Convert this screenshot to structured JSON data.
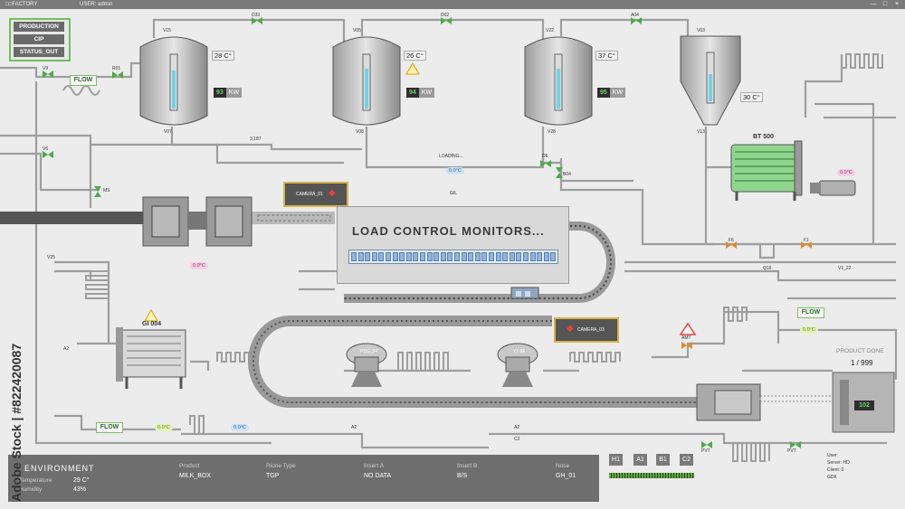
{
  "titlebar": {
    "app": "□□FACTORY",
    "user": "USER: admin",
    "controls": [
      "—",
      "□",
      "×"
    ]
  },
  "modes": [
    "PRODUCTION",
    "CIP",
    "STATUS_OUT"
  ],
  "tanks": [
    {
      "id": "V15",
      "temp": "28 C°",
      "kw": "93",
      "unit": "KW",
      "bottom": "V07"
    },
    {
      "id": "V05",
      "temp": "26 C°",
      "kw": "94",
      "unit": "KW",
      "bottom": "V08"
    },
    {
      "id": "V22",
      "temp": "37 C°",
      "kw": "95",
      "unit": "KW",
      "bottom": "V28"
    },
    {
      "id": "V03",
      "temp": "30 C°",
      "bottom": "V13"
    }
  ],
  "valves": {
    "v9": "V9",
    "r01": "R01",
    "d33": "D33",
    "d02": "D02",
    "a04": "A04",
    "v6": "V6",
    "ms": "MS",
    "b04": "B04",
    "d6": "D6",
    "v25": "V25",
    "a2": "A2",
    "a2b": "A2",
    "c2": "C2",
    "r6": "F6",
    "f1": "F1",
    "amt": "AMT",
    "q16": "Q16",
    "pvt": "PVT"
  },
  "flow_labels": [
    "FLOW",
    "FLOW",
    "FLOW"
  ],
  "readings": {
    "r1": "3,187",
    "loading": "LOADING...",
    "rdl": "0.0°C",
    "rdl2": "0.0°C",
    "rdl3": "0.0°C",
    "rdl4": "0.0°C",
    "rdl5": "0.0°C",
    "rdl6": "0.0°C",
    "g1": "GIL",
    "v1225": "V1_22"
  },
  "bt": {
    "label": "BT 500"
  },
  "gi": {
    "label": "GI 004"
  },
  "cameras": [
    "CAMERA_01",
    "CAMERA_03"
  ],
  "load": {
    "title": "LOAD CONTROL MONITORS...",
    "progress": 1.0
  },
  "mixers": [
    "PDG_04",
    "YT 86"
  ],
  "product_done": {
    "label": "PRODUCT DONE",
    "count": "1 / 999",
    "display": "102"
  },
  "server": {
    "user": "User:",
    "server": "Server: HD",
    "client": "Client: 0",
    "gdk": "GDK"
  },
  "status": {
    "env_title": "ENVIRONMENT",
    "rows": [
      {
        "label": "Temperature",
        "value": "29 C°"
      },
      {
        "label": "Humidity",
        "value": "43%"
      }
    ],
    "cols": [
      {
        "label": "Product",
        "value": "MILK_BOX"
      },
      {
        "label": "Rione Type",
        "value": "TGP"
      },
      {
        "label": "Insert A",
        "value": "NO DATA"
      },
      {
        "label": "Insert B",
        "value": "B/S"
      },
      {
        "label": "Nose",
        "value": "GH_01"
      }
    ]
  },
  "keys": [
    "H1",
    "A1",
    "B1",
    "C2"
  ],
  "watermark": "Adobe Stock | #822420087",
  "colors": {
    "accent_green": "#6fbf5c",
    "warn": "#e84040",
    "camera_border": "#d6b34a"
  }
}
